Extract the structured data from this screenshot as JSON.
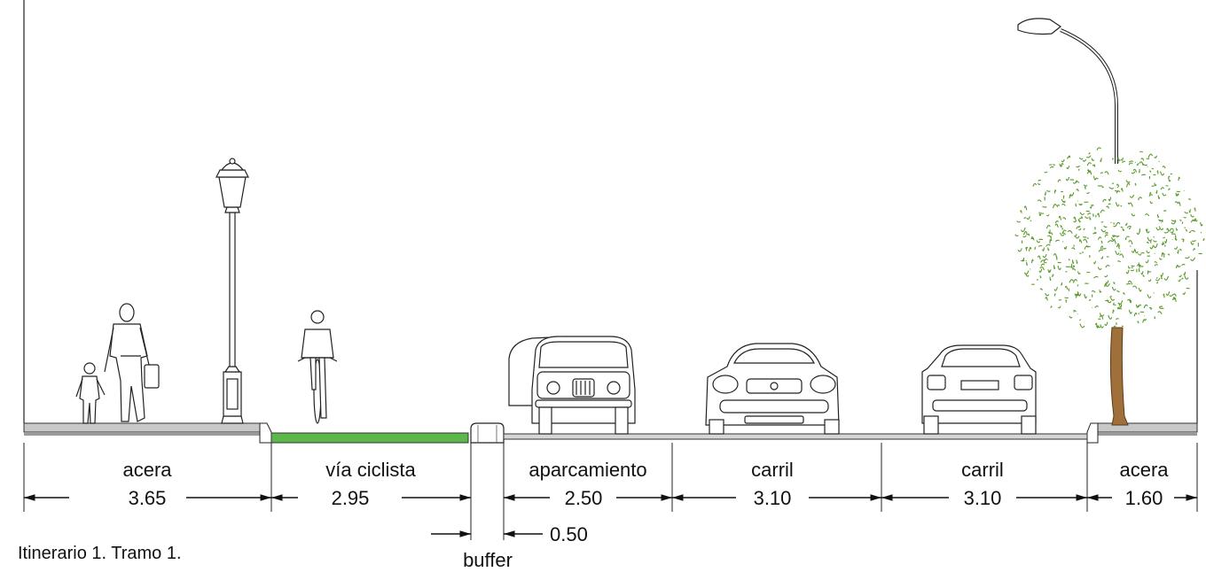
{
  "caption": "Itinerario 1. Tramo 1.",
  "segments": [
    {
      "label": "acera",
      "width": "3.65"
    },
    {
      "label": "vía ciclista",
      "width": "2.95"
    },
    {
      "label": "aparcamiento",
      "width": "2.50"
    },
    {
      "label": "carril",
      "width": "3.10"
    },
    {
      "label": "carril",
      "width": "3.10"
    },
    {
      "label": "acera",
      "width": "1.60"
    }
  ],
  "buffer": {
    "label": "buffer",
    "width": "0.50"
  },
  "colors": {
    "bike_lane": "#5cb84a",
    "sidewalk": "#c8c8c8",
    "tree_foliage": "#5a9a2a",
    "tree_trunk": "#a0703a"
  }
}
